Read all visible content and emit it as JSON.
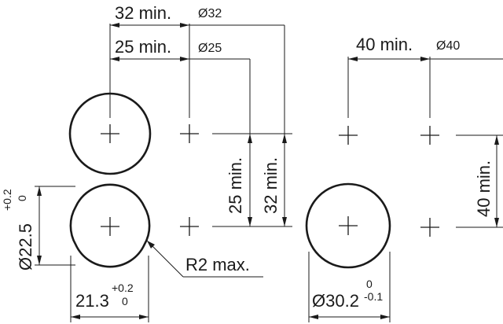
{
  "dimensions": {
    "spacing_32_label": "32 min.",
    "dia_32_label": "Ø32",
    "spacing_25_label": "25 min.",
    "dia_25_label": "Ø25",
    "spacing_40_label": "40 min.",
    "dia_40_label": "Ø40",
    "vertical_25_label": "25 min.",
    "vertical_32_label": "32 min.",
    "vertical_40_label": "40 min.",
    "dia_22_5_label": "Ø22.5",
    "dia_22_5_tol_upper": "+0.2",
    "dia_22_5_tol_lower": "0",
    "flat_21_3_label": "21.3",
    "flat_21_3_tol_upper": "+0.2",
    "flat_21_3_tol_lower": "0",
    "radius_label": "R2 max.",
    "dia_30_2_label": "Ø30.2",
    "dia_30_2_tol_upper": "0",
    "dia_30_2_tol_lower": "-0.1"
  }
}
